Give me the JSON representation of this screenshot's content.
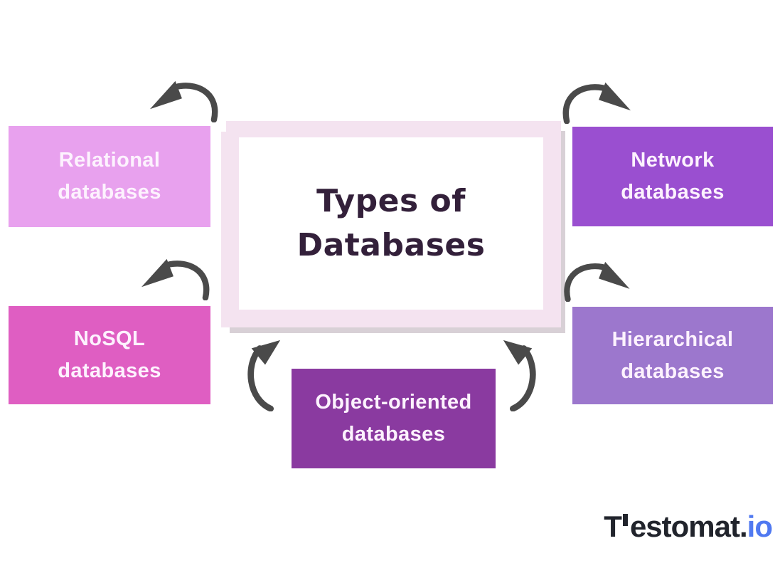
{
  "center": {
    "title_line1": "Types of",
    "title_line2": "Databases"
  },
  "nodes": {
    "relational": {
      "line1": "Relational",
      "line2": "databases",
      "color": "#e8a1ee"
    },
    "network": {
      "line1": "Network",
      "line2": "databases",
      "color": "#9a4fd0"
    },
    "nosql": {
      "line1": "NoSQL",
      "line2": "databases",
      "color": "#df5ec2"
    },
    "hierarchical": {
      "line1": "Hierarchical",
      "line2": "databases",
      "color": "#9c77cd"
    },
    "object_oriented": {
      "line1": "Object-oriented",
      "line2": "databases",
      "color": "#8a3aa0"
    }
  },
  "logo": {
    "t": "T",
    "rest": "estomat.",
    "suffix": "io",
    "black_color": "#21242c",
    "blue_color": "#5079f1"
  },
  "colors": {
    "frame_fill": "#f4e3f0",
    "frame_inner": "#ffffff",
    "title_text": "#33203a",
    "node_text": "#fdf2fe",
    "arrow": "#4a4a4a",
    "frame_shadow": "#d8d0d6",
    "background": "#ffffff"
  }
}
